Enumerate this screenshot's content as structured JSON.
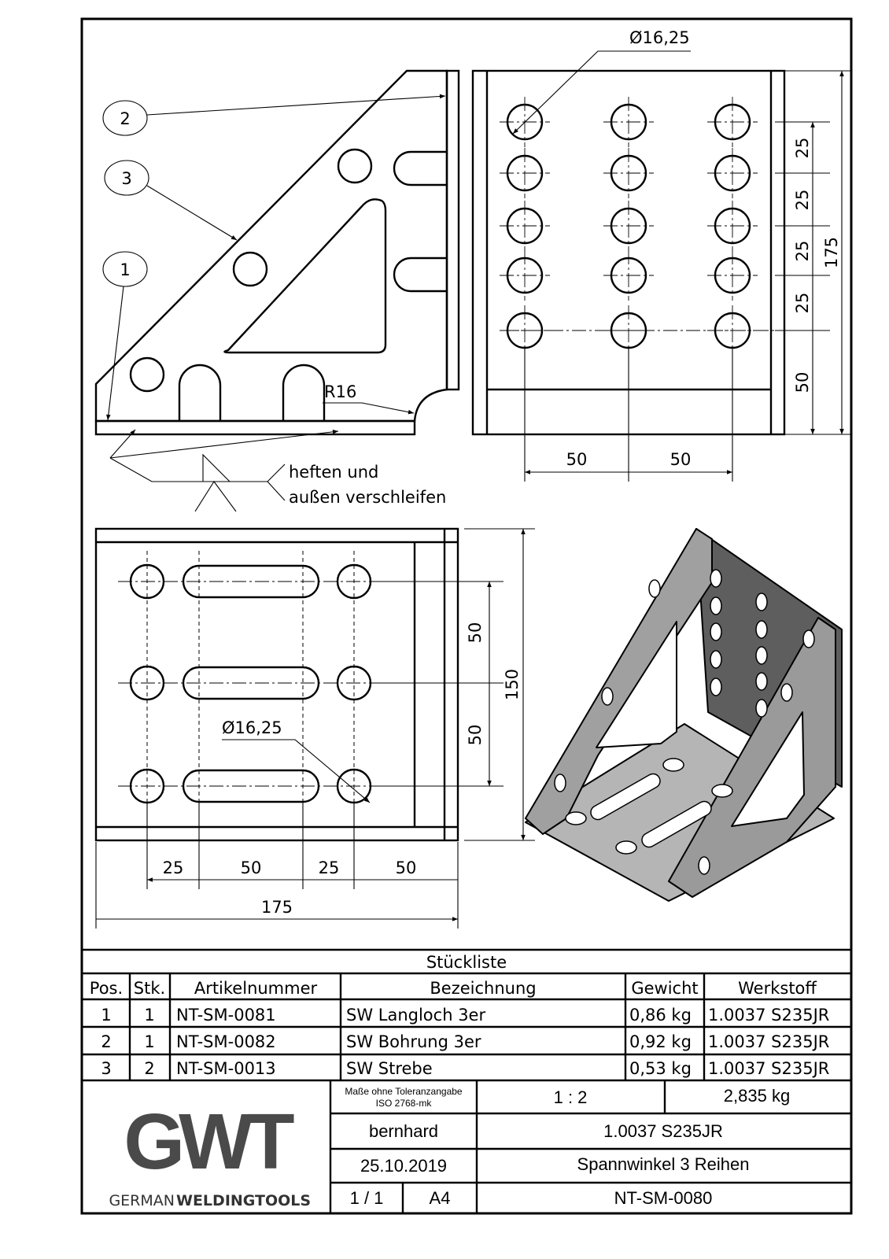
{
  "balloons": [
    "2",
    "3",
    "1"
  ],
  "weld_note": {
    "line1": "heften und",
    "line2": "außen verschleifen"
  },
  "side_view": {
    "radius_label": "R16"
  },
  "front_view": {
    "diameter_label": "Ø16,25",
    "vertical_dims": [
      "25",
      "25",
      "25",
      "25",
      "50"
    ],
    "total_height": "175",
    "horizontal_dims": [
      "50",
      "50"
    ]
  },
  "top_view": {
    "diameter_label": "Ø16,25",
    "vertical_dims": [
      "50",
      "50"
    ],
    "total_height": "150",
    "horizontal_dims": [
      "25",
      "50",
      "25",
      "50"
    ],
    "total_width": "175"
  },
  "parts_list": {
    "title": "Stückliste",
    "headers": [
      "Pos.",
      "Stk.",
      "Artikelnummer",
      "Bezeichnung",
      "Gewicht",
      "Werkstoff"
    ],
    "rows": [
      [
        "1",
        "1",
        "NT-SM-0081",
        "SW Langloch 3er",
        "0,86 kg",
        "1.0037 S235JR"
      ],
      [
        "2",
        "1",
        "NT-SM-0082",
        "SW Bohrung 3er",
        "0,92 kg",
        "1.0037 S235JR"
      ],
      [
        "3",
        "2",
        "NT-SM-0013",
        "SW Strebe",
        "0,53 kg",
        "1.0037 S235JR"
      ]
    ]
  },
  "title_block": {
    "logo_text": "GWT",
    "company_light": "GERMAN",
    "company_bold": "WELDINGTOOLS",
    "tolerance_line1": "Maße ohne Toleranzangabe",
    "tolerance_line2": "ISO 2768-mk",
    "scale": "1 : 2",
    "weight": "2,835 kg",
    "author": "bernhard",
    "material": "1.0037 S235JR",
    "date": "25.10.2019",
    "title": "Spannwinkel 3 Reihen",
    "sheet": "1 / 1",
    "format": "A4",
    "drawing_number": "NT-SM-0080"
  },
  "colors": {
    "line": "#000000",
    "logo": "#4a4a4a",
    "iso_face": "#9a9a9a",
    "iso_dark": "#5e5e5e",
    "iso_light": "#c4c4c4"
  }
}
